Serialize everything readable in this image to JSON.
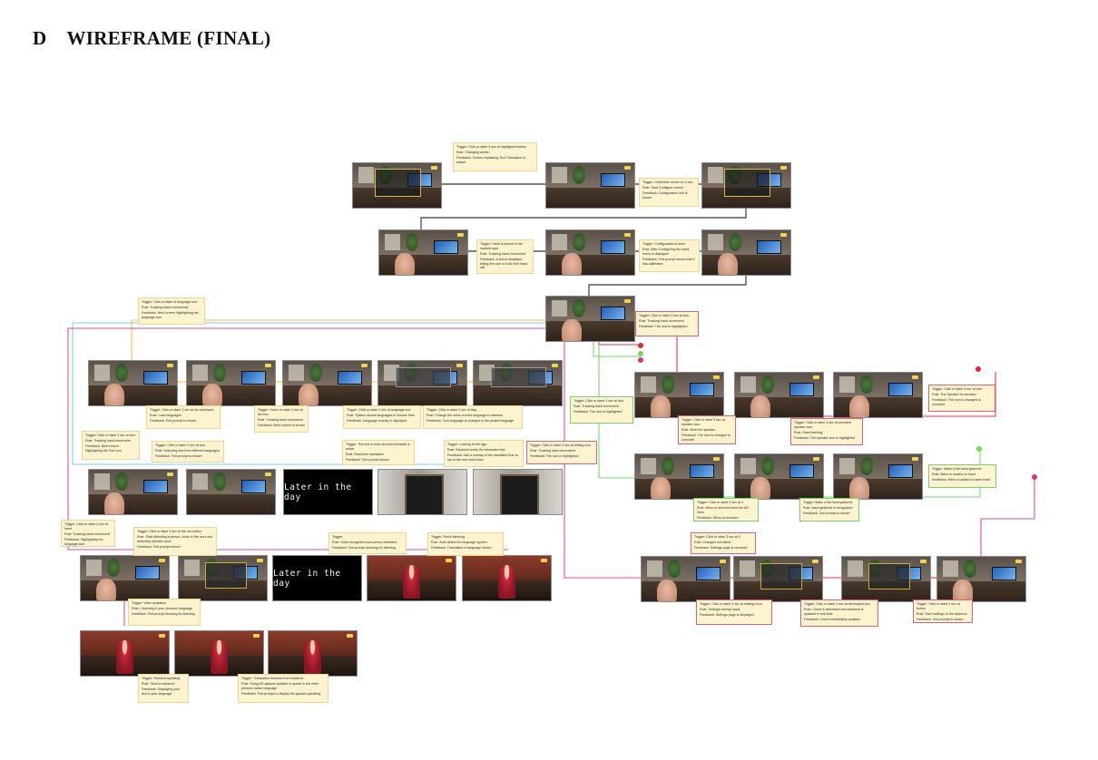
{
  "heading": {
    "section": "D",
    "title": "WIREFRAME (FINAL)"
  },
  "frames": [
    {
      "id": "f1",
      "kind": "room",
      "ovl": "intro"
    },
    {
      "id": "f2",
      "kind": "room"
    },
    {
      "id": "f3",
      "kind": "room",
      "ovl": "intro"
    },
    {
      "id": "f4",
      "kind": "room",
      "hand": true
    },
    {
      "id": "f5",
      "kind": "room",
      "hand": true
    },
    {
      "id": "f6",
      "kind": "room",
      "hand": true
    },
    {
      "id": "f7",
      "kind": "room",
      "hand": true
    },
    {
      "id": "m1",
      "kind": "room",
      "hand": true
    },
    {
      "id": "m2",
      "kind": "room",
      "hand": true
    },
    {
      "id": "m3",
      "kind": "room",
      "hand": true
    },
    {
      "id": "m4",
      "kind": "room",
      "ovl": "lang"
    },
    {
      "id": "m5",
      "kind": "room",
      "ovl": "lang"
    },
    {
      "id": "s1",
      "kind": "room",
      "hand": true
    },
    {
      "id": "s2",
      "kind": "room"
    },
    {
      "id": "s3",
      "kind": "black",
      "text": "later"
    },
    {
      "id": "s4",
      "kind": "street"
    },
    {
      "id": "s5",
      "kind": "street"
    },
    {
      "id": "v1",
      "kind": "room",
      "hand": true
    },
    {
      "id": "v2",
      "kind": "room",
      "ovl": "menu"
    },
    {
      "id": "v3",
      "kind": "black",
      "text": "later"
    },
    {
      "id": "v4",
      "kind": "temple",
      "person": true
    },
    {
      "id": "v5",
      "kind": "temple",
      "person": true
    },
    {
      "id": "b1",
      "kind": "temple",
      "person": true
    },
    {
      "id": "b2",
      "kind": "temple",
      "person": true
    },
    {
      "id": "b3",
      "kind": "temple",
      "person": true
    },
    {
      "id": "r1",
      "kind": "room",
      "hand": true
    },
    {
      "id": "r2",
      "kind": "room",
      "hand": true
    },
    {
      "id": "r3",
      "kind": "room",
      "hand": true
    },
    {
      "id": "g1",
      "kind": "room",
      "hand": true
    },
    {
      "id": "g2",
      "kind": "room",
      "hand": true
    },
    {
      "id": "g3",
      "kind": "room",
      "hand": true
    },
    {
      "id": "t1",
      "kind": "room",
      "hand": true
    },
    {
      "id": "t2",
      "kind": "room",
      "ovl": "menu"
    },
    {
      "id": "t3",
      "kind": "room",
      "ovl": "menu"
    },
    {
      "id": "t4",
      "kind": "room",
      "hand": true
    }
  ],
  "later_text": "Later in the day",
  "notes": [
    {
      "id": "n1",
      "lines": [
        "Trigger: Click or stare 3 sec at highlighted button",
        "Rule: Changing screen",
        "Feedback: Screen explaining Text Translation is shown"
      ]
    },
    {
      "id": "n2",
      "lines": [
        "Trigger: Click/stare at box for 3 sec",
        "Rule: Start Configure screen",
        "Feedback: Configuration info is shown"
      ]
    },
    {
      "id": "n3",
      "lines": [
        "Trigger: Hand is placed in the marked spot",
        "Rule: Tracking hand movement",
        "Feedback: A text is displayed telling the user to hold their hand still"
      ]
    },
    {
      "id": "n4",
      "lines": [
        "Trigger: Configuration is done",
        "Rule: After Configuring the hand, menu is displayed",
        "Feedback: Text prompt shows that it has calibrated"
      ]
    },
    {
      "id": "n5",
      "lines": [
        "Trigger: Click or stare of language icon",
        "Rule: Tracking hand movements",
        "Feedback: Next screen Highlighting the language icon"
      ]
    },
    {
      "id": "n6",
      "lines": [
        "Trigger: Click or stare 3 sec at icon",
        "Rule: Tracking hand movement",
        "Feedback: The icon is highlighted"
      ],
      "color": "red"
    },
    {
      "id": "n7",
      "lines": [
        "Trigger: Click or stare 3 sec at the icon/hand",
        "Rule: Load languages",
        "Feedback: Text prompt is shown"
      ]
    },
    {
      "id": "n8",
      "lines": [
        "Trigger: Hover or stare 3 sec at the box",
        "Rule: Tracking hand movement",
        "Feedback: Next screen is shown"
      ]
    },
    {
      "id": "n9",
      "lines": [
        "Trigger: Click or stare 3 sec at language box",
        "Rule: System shows languages to choose from",
        "Feedback: Language overlay is displayed"
      ]
    },
    {
      "id": "n10",
      "lines": [
        "Trigger: Click or stare 3 sec at flag",
        "Rule: Change the users current language in backend",
        "Feedback: Your language is changed to the picked language"
      ]
    },
    {
      "id": "n11",
      "lines": [
        "Trigger: Click or stare 3 sec at icon",
        "Rule: Tracking hand movement",
        "Feedback: Next screen Highlighting the Text icon"
      ]
    },
    {
      "id": "n12",
      "lines": [
        "Trigger: Click or stare 3 sec at icon",
        "Rule: Detecting text from different languages",
        "Feedback: Text prompt is shown"
      ]
    },
    {
      "id": "n13",
      "lines": [
        "Trigger: The text is clear and text translate is active",
        "Rule: Real-time translation",
        "Feedback: Text prompt shown"
      ]
    },
    {
      "id": "n14",
      "lines": [
        "Trigger: Looking at the sign",
        "Rule: Backend sends the translated text",
        "Feedback: Add a overlap of the translated text on top of the real world view"
      ]
    },
    {
      "id": "n15",
      "lines": [
        "Trigger: Click or stare 3 sec at setting icon",
        "Rule: Tracking hand movement",
        "Feedback: The icon is highlighted"
      ],
      "color": "red"
    },
    {
      "id": "n16",
      "lines": [
        "Trigger: Click or stare 3 sec at icon",
        "Rule: Tracking hand movement",
        "Feedback: The icon is highlighted"
      ],
      "color": "green"
    },
    {
      "id": "n17",
      "lines": [
        "Trigger: Click or stare 3 sec at hand",
        "Rule: Tracking hand movement",
        "Feedback: Highlighting the language icon"
      ]
    },
    {
      "id": "n18",
      "lines": [
        "Trigger: Click or stare 3 sec at the mic button",
        "Rule: Start detecting a person, close to the user and detecting relevant voice",
        "Feedback: Text prompt shown"
      ]
    },
    {
      "id": "n19",
      "lines": [
        "Trigger:",
        "Rule: Voice recognition and person detection",
        "Feedback: Text prompt showing it's listening"
      ]
    },
    {
      "id": "n20",
      "lines": [
        "Trigger: Finish listening",
        "Rule: Auto detect the language spoken",
        "Feedback: Translation of language shown"
      ]
    },
    {
      "id": "n21",
      "lines": [
        "Trigger: Voice activation",
        "Rule: I listening in your choosen language",
        "Feedback: Text prompt showing its listening"
      ]
    },
    {
      "id": "n22",
      "lines": [
        "Trigger: Finished speaking",
        "Rule: Send to backend",
        "Feedback: Displaying your text in your language"
      ]
    },
    {
      "id": "n23",
      "lines": [
        "Trigger: Translation recieved from backend",
        "Rule: Using AR-glasses speaker to speak in the other persons native language",
        "Feedback: Text prompt to display the glasses speaking"
      ]
    },
    {
      "id": "n24",
      "lines": [
        "Trigger: Click or stare 3 sec at speaker icon",
        "Rule: Mute the speaker",
        "Feedback: The icon is changed to unmuted"
      ],
      "color": "red"
    },
    {
      "id": "n25",
      "lines": [
        "Trigger: Click or stare 3 sec at unmuted speaker icon",
        "Rule: Hand tracking",
        "Feedback: The speaker icon is highlighted"
      ],
      "color": "red"
    },
    {
      "id": "n26",
      "lines": [
        "Trigger: Click or stare 3 sec at icon",
        "Rule: The Speaker is unmuted",
        "Feedback: The icon is changed to unmuted"
      ],
      "color": "red"
    },
    {
      "id": "n27",
      "lines": [
        "Trigger: Make a fist hand gestures",
        "Rule: Menu is loaded on hand",
        "Feedback: Menu is added to users hand"
      ],
      "color": "green"
    },
    {
      "id": "n28",
      "lines": [
        "Trigger: Click or stare 3 sec at X",
        "Rule: Menu is removed from the AR View",
        "Feedback: Menu is removed"
      ],
      "color": "green"
    },
    {
      "id": "n29",
      "lines": [
        "Trigger: Make a fist hand gestures",
        "Rule: hand gestures is recognized",
        "Feedback: Text prompt is shown"
      ],
      "color": "green"
    },
    {
      "id": "n30",
      "lines": [
        "Trigger: Click or stare 3 sec at X",
        "Rule: Changes not saved",
        "Feedback: Settings page is removed"
      ],
      "color": "red"
    },
    {
      "id": "n31",
      "lines": [
        "Trigger: Click or stare 3 sec at settings icon",
        "Rule: Settings overlay loads",
        "Feedback: Settings page is displayed"
      ],
      "color": "red"
    },
    {
      "id": "n32",
      "lines": [
        "Trigger: Click or stare 3 sec at decreased icon",
        "Rule: Count is decreased and backend is updated in real time",
        "Feedback: Count immediately updated"
      ],
      "color": "red"
    },
    {
      "id": "n33",
      "lines": [
        "Trigger: Click or stare 3 sec at button",
        "Rule: Save settings in the backend",
        "Feedback: Text prompt is shown"
      ],
      "color": "red"
    }
  ],
  "colors": {
    "grey": "#555555",
    "yellow": "#f0c24a",
    "cyan": "#6fd0e8",
    "green": "#6fdc6a",
    "pink": "#e64a9e",
    "red": "#e8354d",
    "dotRed": "#e8233a",
    "dotGreen": "#6fdc4a",
    "dotPink": "#e0307a"
  }
}
